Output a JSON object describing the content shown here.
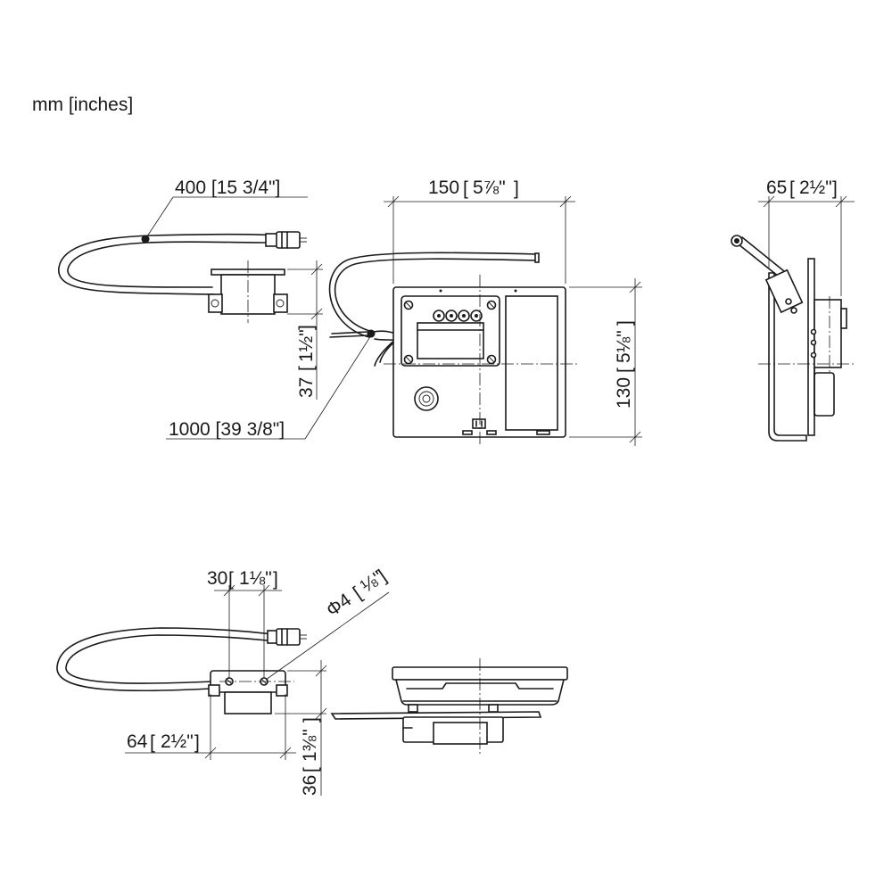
{
  "units_label": "mm [inches]",
  "dimensions": {
    "cable_short": "400 [15 3/4\"]",
    "cable_long": "1000 [39 3/8\"]",
    "box_height_side": "37",
    "box_height_side_in": "1½\"",
    "width_front": "150",
    "width_front_in": "5⅞\"",
    "height_front": "130",
    "height_front_in": "5⅛\"",
    "depth_side": "65",
    "depth_side_in": "2½\"",
    "top_width": "30",
    "top_width_in": "1⅛\"",
    "hole_dia": "Φ4",
    "hole_dia_in": "⅛\"",
    "top_length": "64",
    "top_length_in": "2½\"",
    "top_height": "36",
    "top_height_in": "1⅜\""
  }
}
